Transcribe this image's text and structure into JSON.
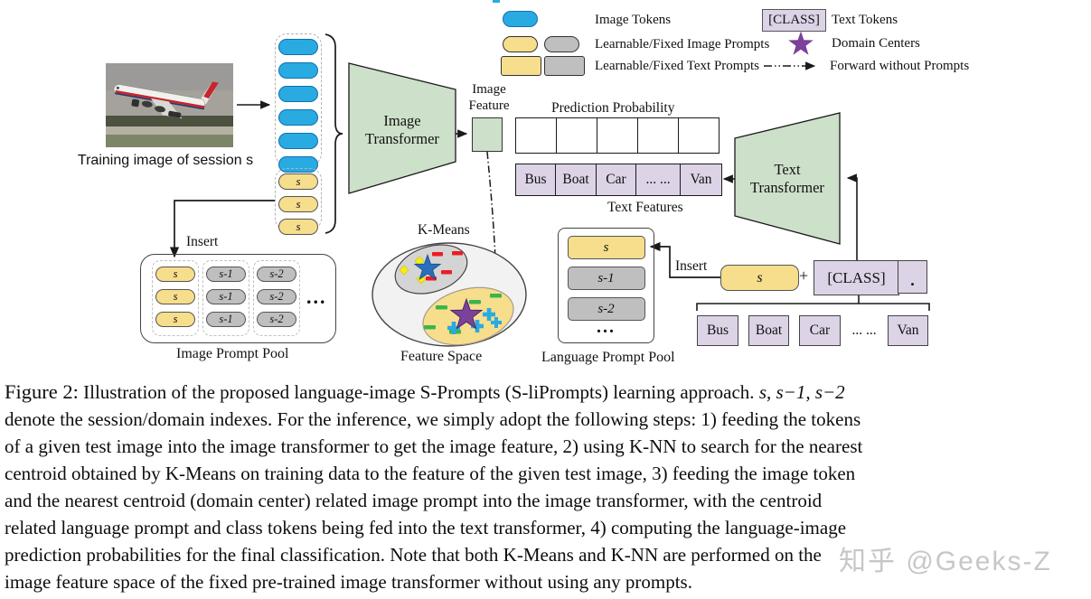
{
  "legend": {
    "image_tokens": "Image Tokens",
    "image_prompts": "Learnable/Fixed Image Prompts",
    "text_prompts": "Learnable/Fixed Text Prompts",
    "class_token": "[CLASS]",
    "text_tokens": "Text Tokens",
    "domain_centers": "Domain Centers",
    "forward_without_prompts": "Forward without Prompts"
  },
  "colors": {
    "token_blue": "#29ABE2",
    "prompt_yellow": "#F6DE8D",
    "prompt_gray": "#BFBFBF",
    "transformer_green": "#CDE0CA",
    "text_purple": "#DCD3E6",
    "domain_center_purple": "#7C4199",
    "domain_center_blue": "#2A6EBB",
    "mark_red": "#ED1C24",
    "mark_green": "#3BB54A",
    "mark_yellow": "#F7EC13"
  },
  "diagram": {
    "training_image_label": "Training image of session s",
    "image_transformer": "Image Transformer",
    "text_transformer": "Text Transformer",
    "image_feature": "Image Feature",
    "prediction_probability": "Prediction Probability",
    "text_features_label": "Text Features",
    "kmeans_label": "K-Means",
    "feature_space_label": "Feature Space",
    "insert_image_label": "Insert",
    "insert_text_label": "Insert",
    "image_prompt_pool_label": "Image Prompt Pool",
    "language_prompt_pool_label": "Language Prompt Pool",
    "plus_sign": "+",
    "class_token": "[CLASS]",
    "period": "."
  },
  "token_stack": {
    "image_token_count": 6,
    "session_prompts": [
      "s",
      "s",
      "s"
    ]
  },
  "image_prompt_pool": {
    "columns": [
      {
        "style": "yellow",
        "items": [
          "s",
          "s",
          "s"
        ]
      },
      {
        "style": "gray",
        "items": [
          "s-1",
          "s-1",
          "s-1"
        ]
      },
      {
        "style": "gray",
        "items": [
          "s-2",
          "s-2",
          "s-2"
        ]
      }
    ],
    "ellipsis": "..."
  },
  "language_prompt_pool": {
    "items": [
      {
        "style": "yellow",
        "label": "s"
      },
      {
        "style": "gray",
        "label": "s-1"
      },
      {
        "style": "gray",
        "label": "s-2"
      }
    ],
    "ellipsis": "..."
  },
  "prediction_row": {
    "cell_count": 5
  },
  "text_features": {
    "cells": [
      "Bus",
      "Boat",
      "Car",
      "... ...",
      "Van"
    ]
  },
  "class_row": {
    "cells": [
      {
        "label": "Bus",
        "boxed": true
      },
      {
        "label": "Boat",
        "boxed": true
      },
      {
        "label": "Car",
        "boxed": true
      },
      {
        "label": "... ...",
        "boxed": false
      },
      {
        "label": "Van",
        "boxed": true
      }
    ]
  },
  "caption": {
    "figure_label": "Figure 2:",
    "line1_text": "Illustration of the proposed language-image S-Prompts (S-liPrompts) learning approach. ",
    "line1_math": "s, s−1, s−2",
    "lines": [
      "denote the session/domain indexes. For the inference, we simply adopt the following steps: 1) feeding the tokens",
      "of a given test image into the image transformer to get the image feature, 2) using K-NN to search for the nearest",
      "centroid obtained by K-Means on training data to the feature of the given test image, 3) feeding the image token",
      "and the nearest centroid (domain center) related image prompt into the image transformer, with the centroid",
      "related language prompt and class tokens being fed into the text transformer, 4) computing the language-image",
      "prediction probabilities for the final classification. Note that both K-Means and K-NN are performed on the",
      "image feature space of the fixed pre-trained image transformer without using any prompts."
    ]
  },
  "watermark": {
    "text": "知乎 @Geeks-Z"
  }
}
